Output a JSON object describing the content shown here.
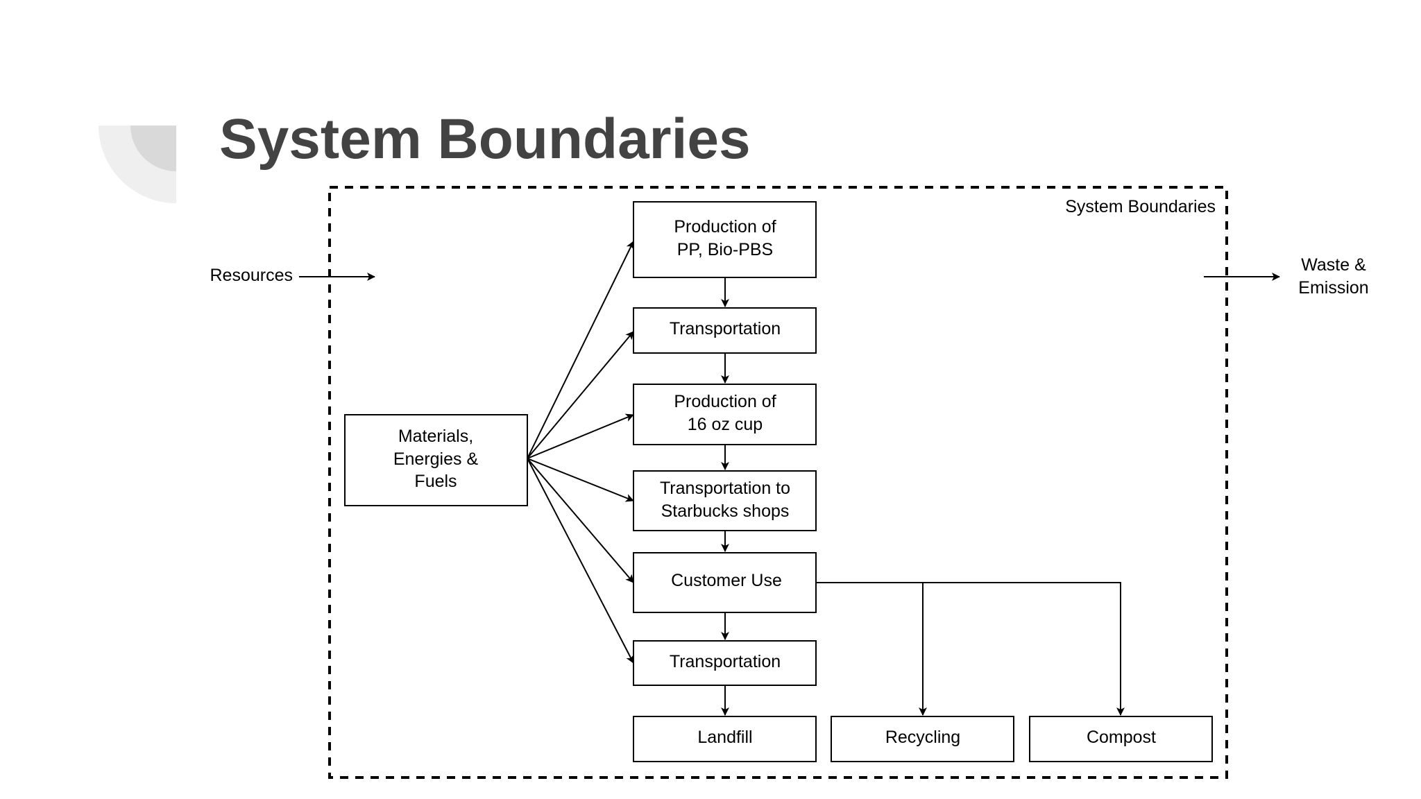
{
  "slide": {
    "title": "System Boundaries"
  },
  "diagram": {
    "boundary_label": "System Boundaries",
    "inputs": {
      "resources": "Resources"
    },
    "outputs": {
      "waste_line1": "Waste &",
      "waste_line2": "Emission"
    },
    "nodes": {
      "materials": {
        "lines": [
          "Materials,",
          "Energies &",
          "Fuels"
        ]
      },
      "production_pp": {
        "lines": [
          "Production of",
          "PP, Bio-PBS"
        ]
      },
      "transport1": {
        "lines": [
          "Transportation"
        ]
      },
      "production_cup": {
        "lines": [
          "Production of",
          "16 oz cup"
        ]
      },
      "transport_shops": {
        "lines": [
          "Transportation to",
          "Starbucks shops"
        ]
      },
      "customer_use": {
        "lines": [
          "Customer Use"
        ]
      },
      "transport2": {
        "lines": [
          "Transportation"
        ]
      },
      "landfill": {
        "lines": [
          "Landfill"
        ]
      },
      "recycling": {
        "lines": [
          "Recycling"
        ]
      },
      "compost": {
        "lines": [
          "Compost"
        ]
      }
    }
  }
}
